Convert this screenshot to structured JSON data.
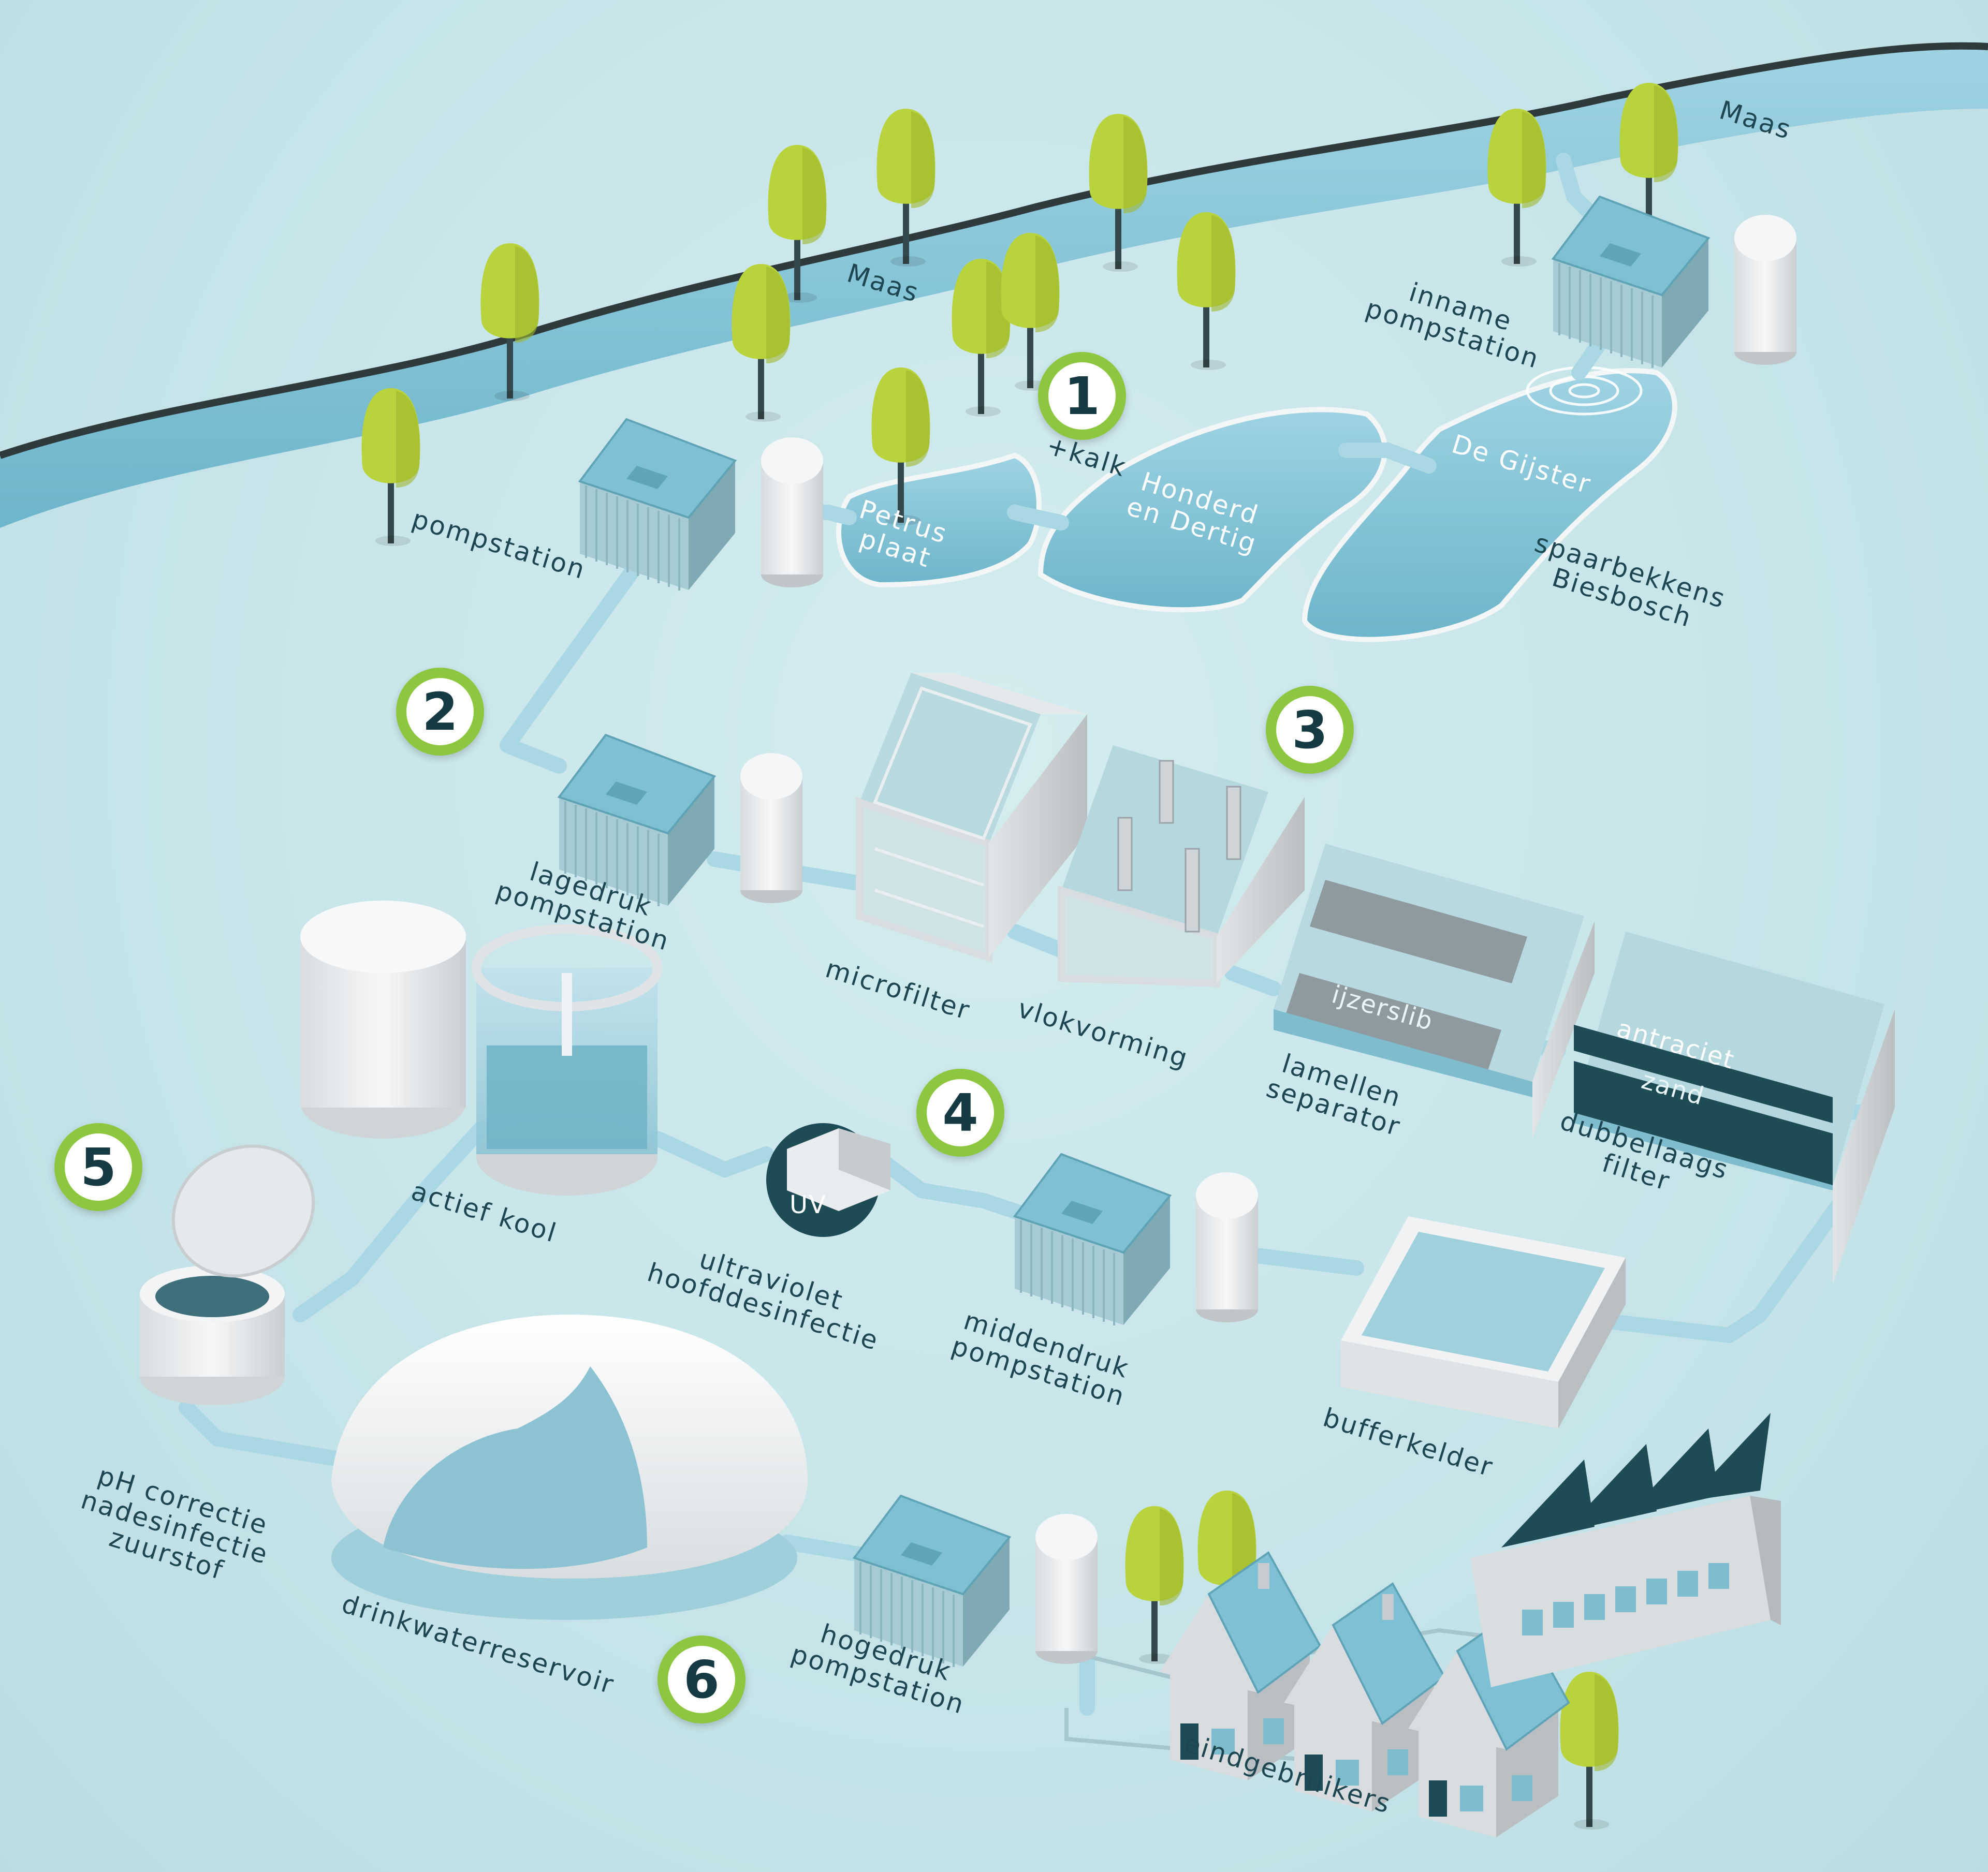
{
  "colors": {
    "background": "#c9e6ea",
    "water": "#86c6d8",
    "water_dark": "#5fa9c0",
    "river_edge": "#2f3a3c",
    "building_roof": "#7fc1d4",
    "building_wall": "#9fc9d2",
    "tree": "#b9d33c",
    "badge_ring": "#8dc63f",
    "text": "#1d4650",
    "dark_label": "#1e4c55"
  },
  "icons": [
    "tree-icon",
    "pump-building-icon",
    "tank-icon",
    "house-icon",
    "factory-icon"
  ],
  "river": {
    "label_1": "Maas",
    "label_2": "Maas"
  },
  "steps": [
    "1",
    "2",
    "3",
    "4",
    "5",
    "6"
  ],
  "reservoirs": {
    "additive": "+kalk",
    "petrus_1": "Petrus",
    "petrus_2": "plaat",
    "honderd_1": "Honderd",
    "honderd_2": "en Dertig",
    "gijster": "De Gijster",
    "group_1": "spaarbekkens",
    "group_2": "Biesbosch"
  },
  "labels": {
    "inname_1": "inname",
    "inname_2": "pompstation",
    "pompstation": "pompstation",
    "lagedruk_1": "lagedruk",
    "lagedruk_2": "pompstation",
    "microfilter": "microfilter",
    "vlokvorming": "vlokvorming",
    "lamellen_1": "lamellen",
    "lamellen_2": "separator",
    "ijzerslib": "ijzerslib",
    "antraciet": "antraciet",
    "zand": "zand",
    "dubbel_1": "dubbellaags",
    "dubbel_2": "filter",
    "actief_kool": "actief kool",
    "uv": "UV",
    "uv_1": "ultraviolet",
    "uv_2": "hoofddesinfectie",
    "middendruk_1": "middendruk",
    "middendruk_2": "pompstation",
    "bufferkelder": "bufferkelder",
    "ph_1": "pH correctie",
    "ph_2": "nadesinfectie",
    "ph_3": "zuurstof",
    "reservoir": "drinkwaterreservoir",
    "hogedruk_1": "hogedruk",
    "hogedruk_2": "pompstation",
    "eindgebruikers": "eindgebruikers"
  }
}
